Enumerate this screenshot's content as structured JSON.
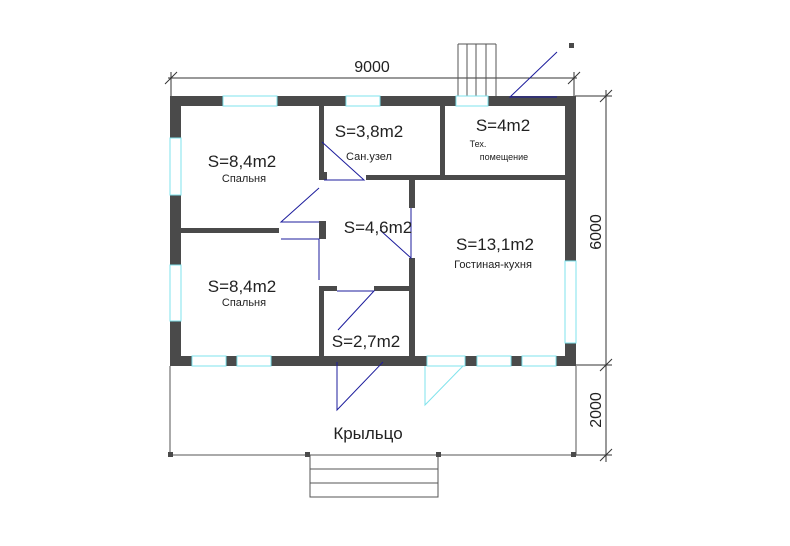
{
  "dimensions": {
    "width": "9000",
    "height": "6000",
    "porch_depth": "2000"
  },
  "rooms": {
    "bedroom_top": {
      "area": "S=8,4m2",
      "name": "Спальня"
    },
    "bedroom_bottom": {
      "area": "S=8,4m2",
      "name": "Спальня"
    },
    "bathroom": {
      "area": "S=3,8m2",
      "name": "Сан.узел"
    },
    "tech": {
      "area": "S=4m2",
      "name_line1": "Тех.",
      "name_line2": "помещение"
    },
    "hall": {
      "area": "S=4,6m2"
    },
    "living": {
      "area": "S=13,1m2",
      "name": "Гостиная-кухня"
    },
    "closet": {
      "area": "S=2,7m2"
    }
  },
  "porch": {
    "label": "Крыльцо"
  },
  "colors": {
    "wall": "#4a4a4a",
    "window": "#7fe3ec",
    "door_swing": "#1c1c9c"
  }
}
